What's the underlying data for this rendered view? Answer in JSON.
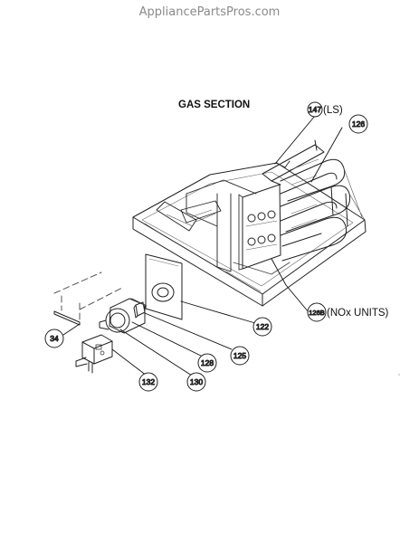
{
  "watermark": "AppliancePartsPros.com",
  "title": "GAS SECTION",
  "callouts": [
    {
      "id": "147",
      "suffix": "(LS)"
    },
    {
      "id": "126",
      "suffix": ""
    },
    {
      "id": "126B",
      "suffix": "(NOx UNITS)"
    },
    {
      "id": "122",
      "suffix": ""
    },
    {
      "id": "125",
      "suffix": ""
    },
    {
      "id": "128",
      "suffix": ""
    },
    {
      "id": "130",
      "suffix": ""
    },
    {
      "id": "132",
      "suffix": ""
    },
    {
      "id": "34",
      "suffix": ""
    }
  ]
}
